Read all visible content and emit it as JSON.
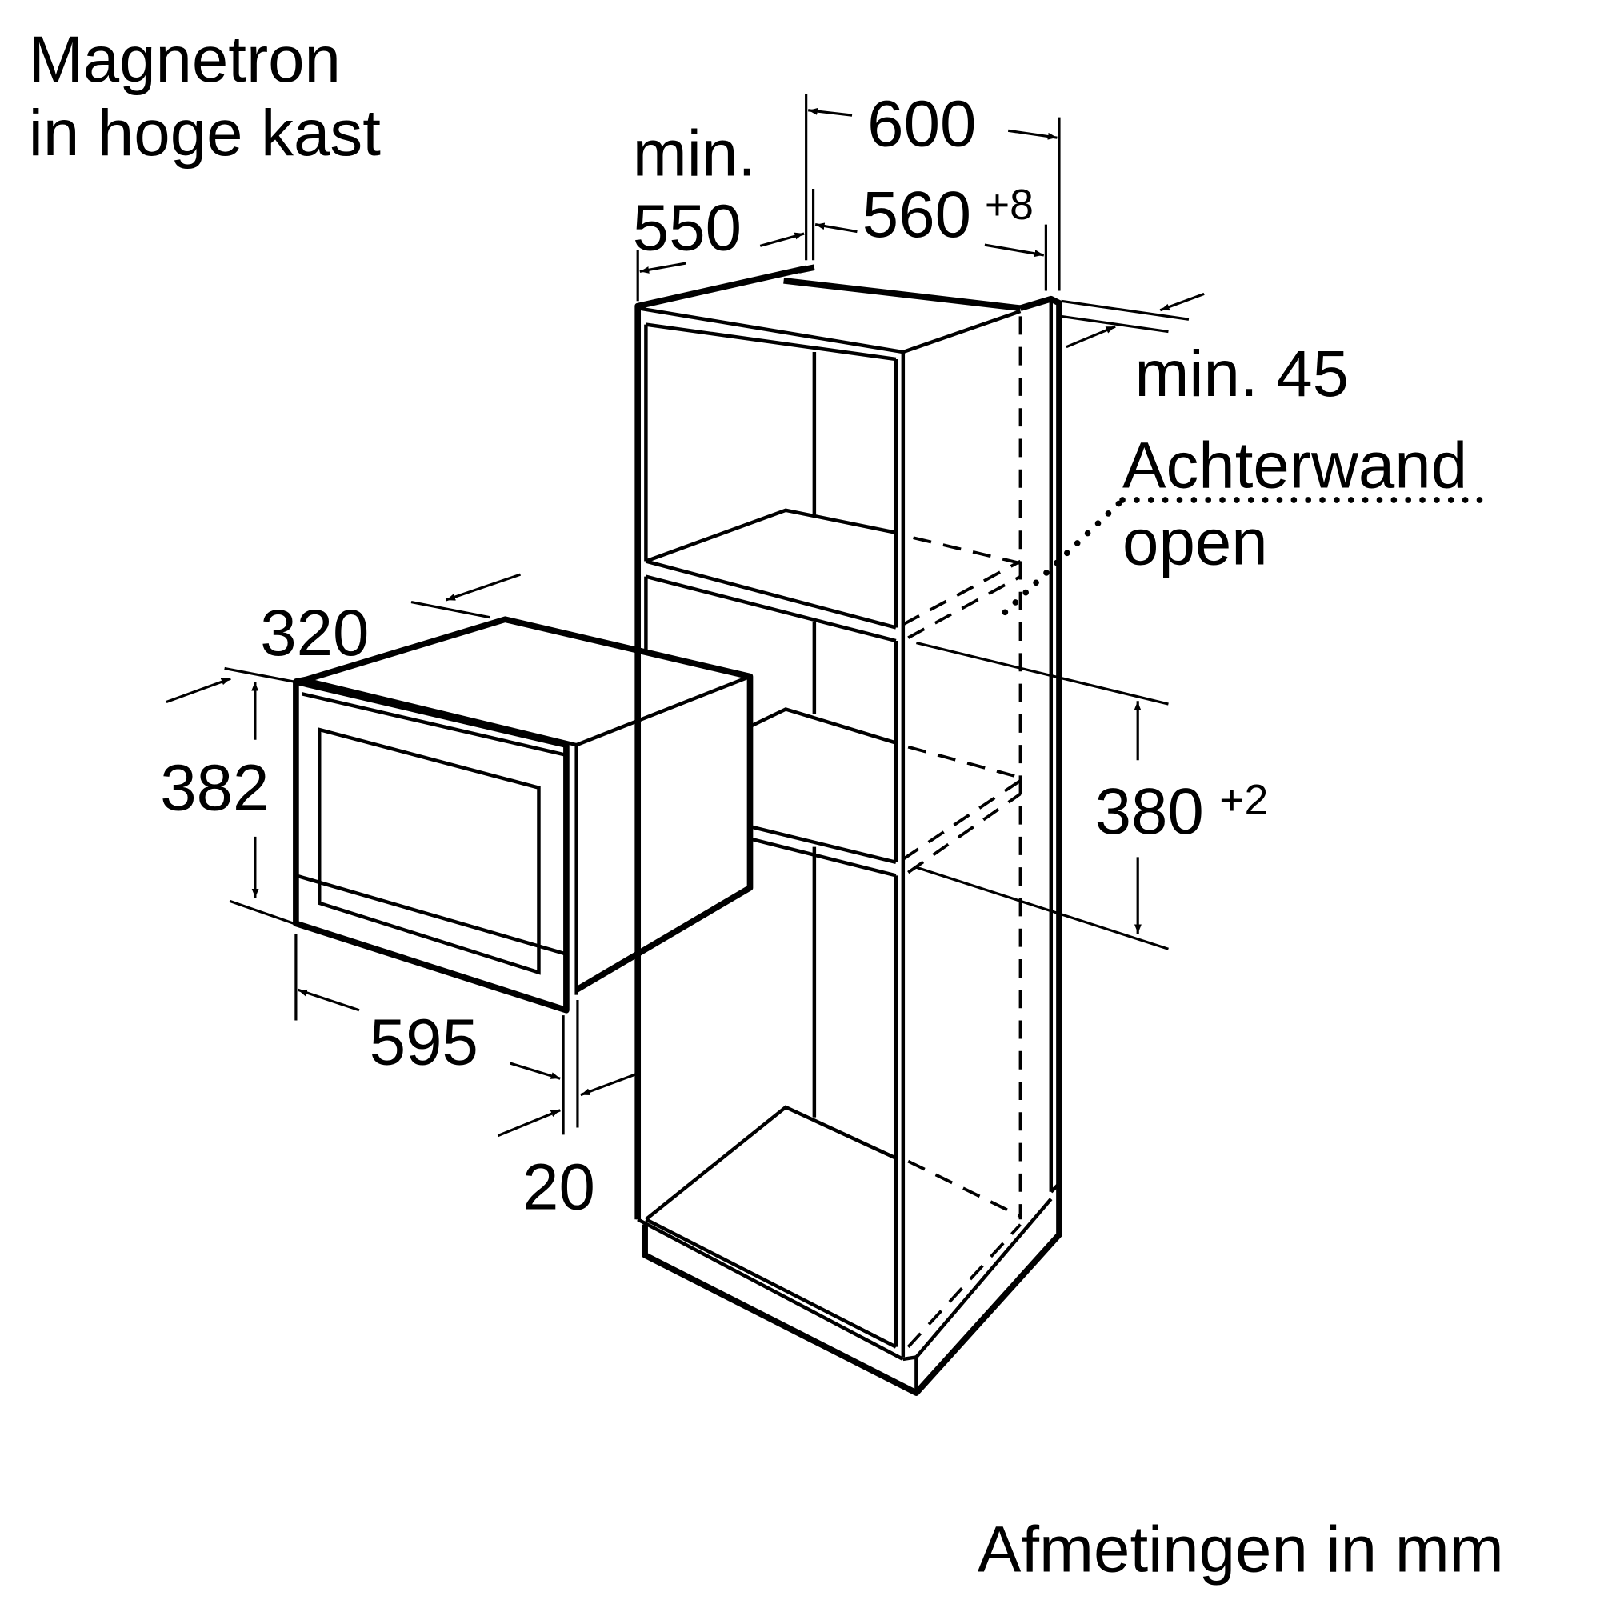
{
  "title": {
    "line1": "Magnetron",
    "line2": "in hoge kast"
  },
  "dimensions": {
    "min_label": "min.",
    "cabinet_depth": "550",
    "cabinet_width": "600",
    "niche_width": "560",
    "niche_width_tol": "+8",
    "back_gap": "min. 45",
    "back_wall_line1": "Achterwand",
    "back_wall_line2": "open",
    "appliance_depth": "320",
    "appliance_height": "382",
    "niche_height": "380",
    "niche_height_tol": "+2",
    "appliance_width": "595",
    "front_overhang": "20"
  },
  "footer": {
    "units": "Afmetingen in mm"
  }
}
